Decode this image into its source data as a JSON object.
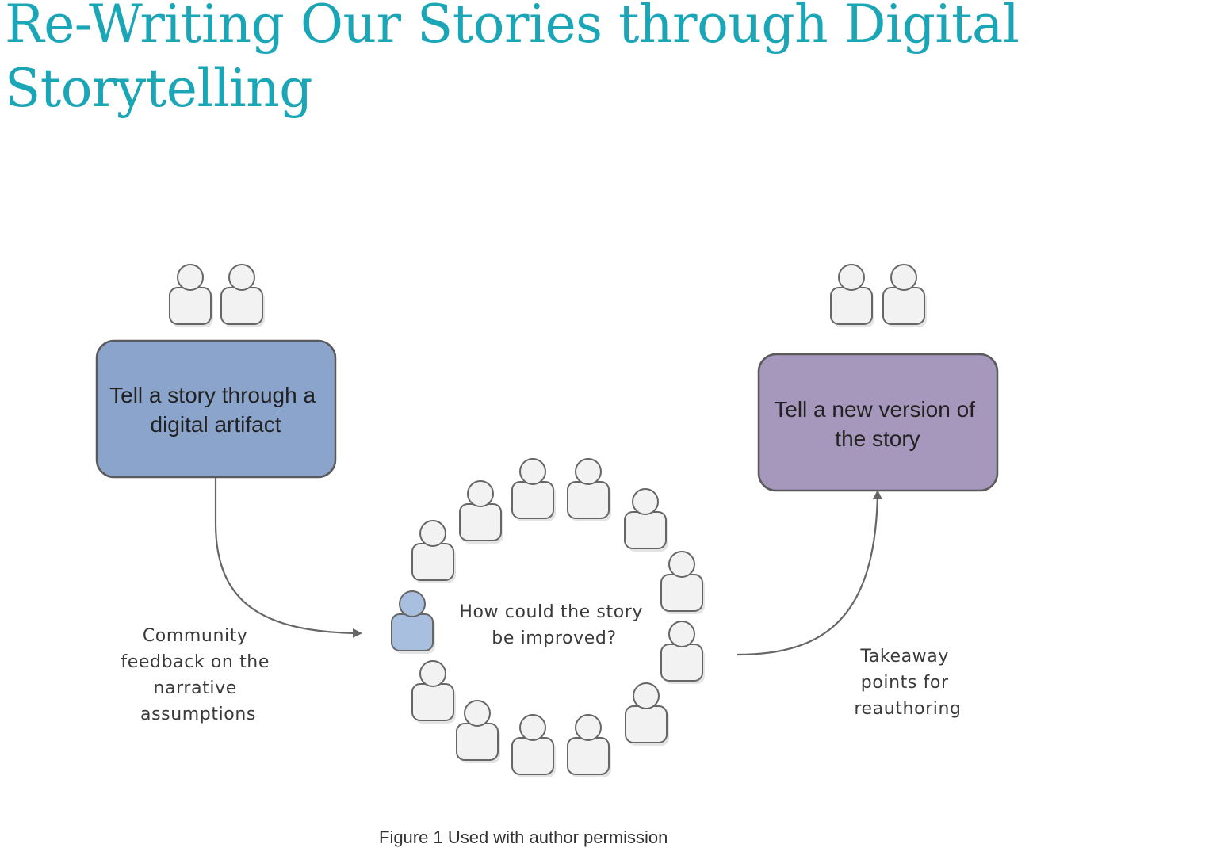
{
  "page": {
    "title_lines": [
      "Re-Writing Our Stories through Digital",
      "Storytelling"
    ],
    "caption": "Figure 1 Used with author permission"
  },
  "diagram": {
    "boxes": {
      "story": {
        "lines": [
          "Tell a story through a",
          "digital artifact"
        ],
        "fill": "#8aa4cc"
      },
      "new_version": {
        "lines": [
          "Tell a new version of",
          "the story"
        ],
        "fill": "#a697bc"
      }
    },
    "labels": {
      "feedback": [
        "Community",
        "feedback on the",
        "narrative",
        "assumptions"
      ],
      "question": [
        "How could the story",
        "be improved?"
      ],
      "takeaway": [
        "Takeaway",
        "points for",
        "reauthoring"
      ]
    },
    "icons": {
      "name": "person-icon",
      "fill": "#f2f2f2",
      "highlight_fill": "#a9bfdf",
      "stroke": "#666666"
    },
    "colors": {
      "title": "#1aa6b7",
      "connector": "#666666"
    }
  }
}
